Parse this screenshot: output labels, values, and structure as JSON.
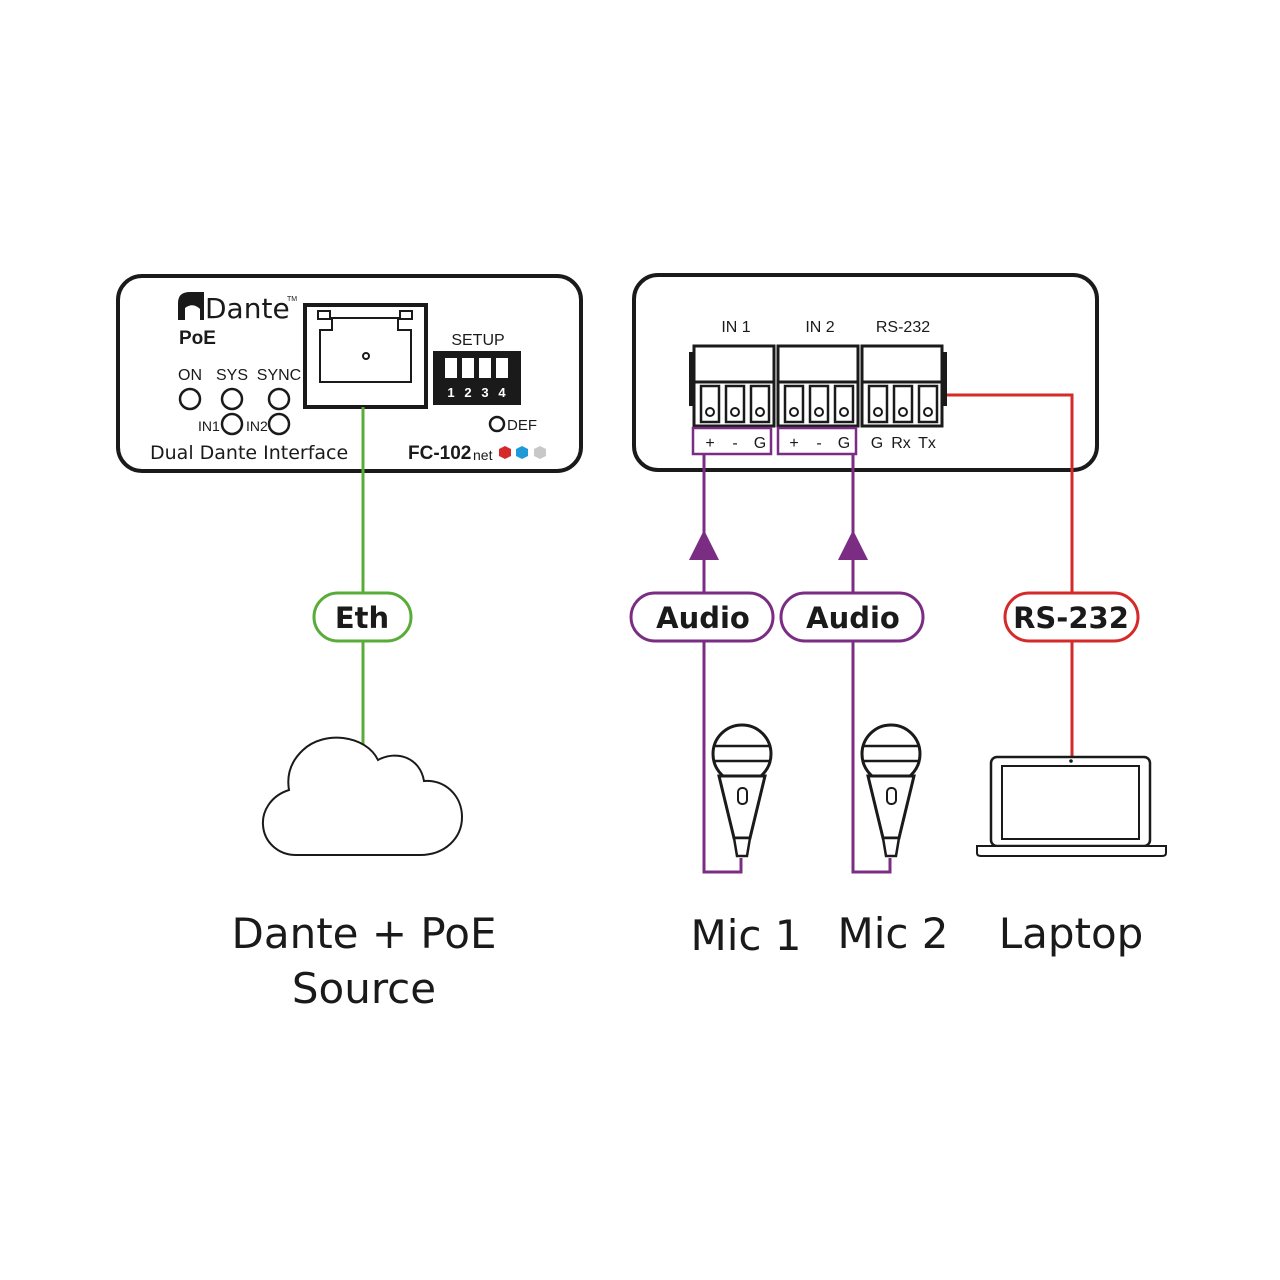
{
  "front_panel": {
    "brand": "Dante",
    "brand_tm": "TM",
    "poe": "PoE",
    "led_on": "ON",
    "led_sys": "SYS",
    "led_sync": "SYNC",
    "led_in1": "IN1",
    "led_in2": "IN2",
    "setup_label": "SETUP",
    "dip_numbers": [
      "1",
      "2",
      "3",
      "4"
    ],
    "def_label": "DEF",
    "device_label": "Dual Dante Interface",
    "model": "FC-102",
    "model_suffix": "net",
    "color_dots": [
      "#d42a2a",
      "#1e9bd7",
      "#c8c8c8"
    ]
  },
  "rear_panel": {
    "in1_label": "IN 1",
    "in2_label": "IN 2",
    "rs232_label": "RS-232",
    "in1_pins": [
      "+",
      "-",
      "G"
    ],
    "in2_pins": [
      "+",
      "-",
      "G"
    ],
    "rs232_pins": [
      "G",
      "Rx",
      "Tx"
    ]
  },
  "cables": {
    "eth": {
      "label": "Eth",
      "color": "#5aac3a"
    },
    "audio1": {
      "label": "Audio",
      "color": "#7b2d83"
    },
    "audio2": {
      "label": "Audio",
      "color": "#7b2d83"
    },
    "rs232": {
      "label": "RS-232",
      "color": "#d42a2a"
    }
  },
  "devices": {
    "source_line1": "Dante + PoE",
    "source_line2": "Source",
    "mic1": "Mic 1",
    "mic2": "Mic 2",
    "laptop": "Laptop"
  },
  "icons": {
    "cloud": "cloud-icon",
    "microphone": "microphone-icon",
    "laptop": "laptop-icon",
    "rj45": "rj45-port-icon"
  }
}
